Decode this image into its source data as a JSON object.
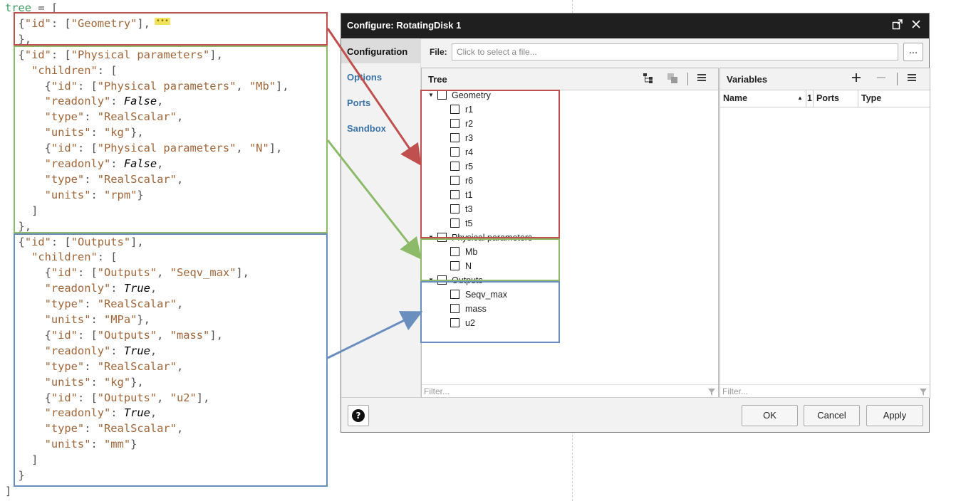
{
  "code": {
    "lines": [
      [
        [
          "v",
          "tree"
        ],
        [
          "p",
          " = ["
        ]
      ],
      [
        [
          "p",
          "  {"
        ],
        [
          "s",
          "\"id\""
        ],
        [
          "p",
          ": ["
        ],
        [
          "s",
          "\"Geometry\""
        ],
        [
          "p",
          "],"
        ]
      ],
      [
        [
          "p",
          "  },"
        ]
      ],
      [
        [
          "p",
          "  {"
        ],
        [
          "s",
          "\"id\""
        ],
        [
          "p",
          ": ["
        ],
        [
          "s",
          "\"Physical parameters\""
        ],
        [
          "p",
          "],"
        ]
      ],
      [
        [
          "s",
          "    \"children\""
        ],
        [
          "p",
          ": ["
        ]
      ],
      [
        [
          "p",
          "      {"
        ],
        [
          "s",
          "\"id\""
        ],
        [
          "p",
          ": ["
        ],
        [
          "s",
          "\"Physical parameters\""
        ],
        [
          "p",
          ", "
        ],
        [
          "s",
          "\"Mb\""
        ],
        [
          "p",
          "],"
        ]
      ],
      [
        [
          "s",
          "      \"readonly\""
        ],
        [
          "p",
          ": "
        ],
        [
          "k",
          "False"
        ],
        [
          "p",
          ","
        ]
      ],
      [
        [
          "s",
          "      \"type\""
        ],
        [
          "p",
          ": "
        ],
        [
          "s",
          "\"RealScalar\""
        ],
        [
          "p",
          ","
        ]
      ],
      [
        [
          "s",
          "      \"units\""
        ],
        [
          "p",
          ": "
        ],
        [
          "s",
          "\"kg\""
        ],
        [
          "p",
          "},"
        ]
      ],
      [
        [
          "p",
          "      {"
        ],
        [
          "s",
          "\"id\""
        ],
        [
          "p",
          ": ["
        ],
        [
          "s",
          "\"Physical parameters\""
        ],
        [
          "p",
          ", "
        ],
        [
          "s",
          "\"N\""
        ],
        [
          "p",
          "],"
        ]
      ],
      [
        [
          "s",
          "      \"readonly\""
        ],
        [
          "p",
          ": "
        ],
        [
          "k",
          "False"
        ],
        [
          "p",
          ","
        ]
      ],
      [
        [
          "s",
          "      \"type\""
        ],
        [
          "p",
          ": "
        ],
        [
          "s",
          "\"RealScalar\""
        ],
        [
          "p",
          ","
        ]
      ],
      [
        [
          "s",
          "      \"units\""
        ],
        [
          "p",
          ": "
        ],
        [
          "s",
          "\"rpm\""
        ],
        [
          "p",
          "}"
        ]
      ],
      [
        [
          "p",
          "    ]"
        ]
      ],
      [
        [
          "p",
          "  },"
        ]
      ],
      [
        [
          "p",
          "  {"
        ],
        [
          "s",
          "\"id\""
        ],
        [
          "p",
          ": ["
        ],
        [
          "s",
          "\"Outputs\""
        ],
        [
          "p",
          "],"
        ]
      ],
      [
        [
          "s",
          "    \"children\""
        ],
        [
          "p",
          ": ["
        ]
      ],
      [
        [
          "p",
          "      {"
        ],
        [
          "s",
          "\"id\""
        ],
        [
          "p",
          ": ["
        ],
        [
          "s",
          "\"Outputs\""
        ],
        [
          "p",
          ", "
        ],
        [
          "s",
          "\"Seqv_max\""
        ],
        [
          "p",
          "],"
        ]
      ],
      [
        [
          "s",
          "      \"readonly\""
        ],
        [
          "p",
          ": "
        ],
        [
          "k",
          "True"
        ],
        [
          "p",
          ","
        ]
      ],
      [
        [
          "s",
          "      \"type\""
        ],
        [
          "p",
          ": "
        ],
        [
          "s",
          "\"RealScalar\""
        ],
        [
          "p",
          ","
        ]
      ],
      [
        [
          "s",
          "      \"units\""
        ],
        [
          "p",
          ": "
        ],
        [
          "s",
          "\"MPa\""
        ],
        [
          "p",
          "},"
        ]
      ],
      [
        [
          "p",
          "      {"
        ],
        [
          "s",
          "\"id\""
        ],
        [
          "p",
          ": ["
        ],
        [
          "s",
          "\"Outputs\""
        ],
        [
          "p",
          ", "
        ],
        [
          "s",
          "\"mass\""
        ],
        [
          "p",
          "],"
        ]
      ],
      [
        [
          "s",
          "      \"readonly\""
        ],
        [
          "p",
          ": "
        ],
        [
          "k",
          "True"
        ],
        [
          "p",
          ","
        ]
      ],
      [
        [
          "s",
          "      \"type\""
        ],
        [
          "p",
          ": "
        ],
        [
          "s",
          "\"RealScalar\""
        ],
        [
          "p",
          ","
        ]
      ],
      [
        [
          "s",
          "      \"units\""
        ],
        [
          "p",
          ": "
        ],
        [
          "s",
          "\"kg\""
        ],
        [
          "p",
          "},"
        ]
      ],
      [
        [
          "p",
          "      {"
        ],
        [
          "s",
          "\"id\""
        ],
        [
          "p",
          ": ["
        ],
        [
          "s",
          "\"Outputs\""
        ],
        [
          "p",
          ", "
        ],
        [
          "s",
          "\"u2\""
        ],
        [
          "p",
          "],"
        ]
      ],
      [
        [
          "s",
          "      \"readonly\""
        ],
        [
          "p",
          ": "
        ],
        [
          "k",
          "True"
        ],
        [
          "p",
          ","
        ]
      ],
      [
        [
          "s",
          "      \"type\""
        ],
        [
          "p",
          ": "
        ],
        [
          "s",
          "\"RealScalar\""
        ],
        [
          "p",
          ","
        ]
      ],
      [
        [
          "s",
          "      \"units\""
        ],
        [
          "p",
          ": "
        ],
        [
          "s",
          "\"mm\""
        ],
        [
          "p",
          "}"
        ]
      ],
      [
        [
          "p",
          "    ]"
        ]
      ],
      [
        [
          "p",
          "  }"
        ]
      ],
      [
        [
          "p",
          "]"
        ]
      ]
    ],
    "fold_marker": "•••"
  },
  "colors": {
    "geometry": "#c0504d",
    "physical": "#8cba68",
    "outputs": "#6a8fbf",
    "titlebar": "#1f1f1f",
    "link": "#3a73a6"
  },
  "dialog": {
    "title": "Configure: RotatingDisk 1",
    "nav": [
      "Configuration",
      "Options",
      "Ports",
      "Sandbox"
    ],
    "file_label": "File:",
    "file_placeholder": "Click to select a file...",
    "browse_label": "...",
    "tree_title": "Tree",
    "variables_title": "Variables",
    "tree_filter": "Filter...",
    "variables_filter": "Filter...",
    "columns": [
      "Name",
      "1",
      "Ports",
      "Type"
    ],
    "groups": [
      {
        "label": "Geometry",
        "children": [
          "r1",
          "r2",
          "r3",
          "r4",
          "r5",
          "r6",
          "t1",
          "t3",
          "t5"
        ]
      },
      {
        "label": "Physical parameters",
        "children": [
          "Mb",
          "N"
        ]
      },
      {
        "label": "Outputs",
        "children": [
          "Seqv_max",
          "mass",
          "u2"
        ]
      }
    ],
    "buttons": {
      "ok": "OK",
      "cancel": "Cancel",
      "apply": "Apply",
      "help": "?"
    }
  }
}
